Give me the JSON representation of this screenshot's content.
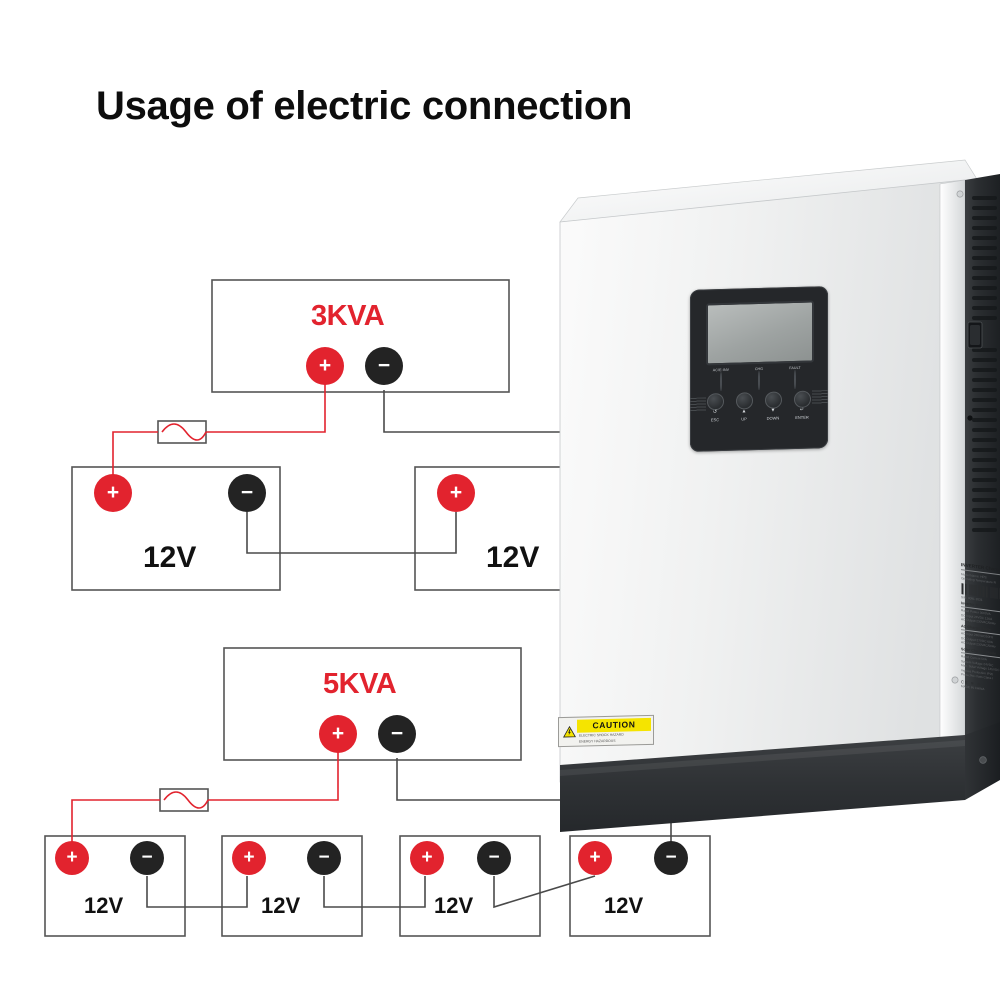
{
  "page": {
    "title": "Usage of electric connection",
    "background": "#ffffff"
  },
  "colors": {
    "positive_terminal": "#e2232e",
    "negative_terminal": "#232323",
    "kva_label": "#e2232e",
    "positive_wire": "#e2232e",
    "negative_wire": "#4a4a4a",
    "box_outline": "#555555",
    "caution_yellow": "#f5e400"
  },
  "diagrams": [
    {
      "id": "diagram-3kva",
      "inverter_label": "3KVA",
      "inverter_terminals": [
        {
          "type": "positive",
          "glyph": "+"
        },
        {
          "type": "negative",
          "glyph": "−"
        }
      ],
      "fuse": {
        "name": "fuse-symbol-3kva"
      },
      "batteries": [
        {
          "label": "12V",
          "pos_glyph": "+",
          "neg_glyph": "−"
        },
        {
          "label": "12V",
          "pos_glyph": "+",
          "neg_glyph": "−"
        }
      ]
    },
    {
      "id": "diagram-5kva",
      "inverter_label": "5KVA",
      "inverter_terminals": [
        {
          "type": "positive",
          "glyph": "+"
        },
        {
          "type": "negative",
          "glyph": "−"
        }
      ],
      "fuse": {
        "name": "fuse-symbol-5kva"
      },
      "batteries": [
        {
          "label": "12V",
          "pos_glyph": "+",
          "neg_glyph": "−"
        },
        {
          "label": "12V",
          "pos_glyph": "+",
          "neg_glyph": "−"
        },
        {
          "label": "12V",
          "pos_glyph": "+",
          "neg_glyph": "−"
        },
        {
          "label": "12V",
          "pos_glyph": "+",
          "neg_glyph": "−"
        }
      ]
    }
  ],
  "device": {
    "name": "solar-inverter-charger",
    "control_panel": {
      "leds": [
        {
          "label": "AC/E-INV",
          "marker": "■"
        },
        {
          "label": "CHG",
          "marker": "●"
        },
        {
          "label": "FAULT",
          "marker": "⚠"
        }
      ],
      "buttons": [
        {
          "label": "ESC",
          "symbol": "↺"
        },
        {
          "label": "UP",
          "symbol": "▲"
        },
        {
          "label": "DOWN",
          "symbol": "▼"
        },
        {
          "label": "ENTER",
          "symbol": "↵"
        }
      ]
    },
    "caution_label": {
      "heading": "CAUTION",
      "line1": "ELECTRIC SHOCK HAZARD",
      "line2": "ENERGY HAZARDOUS"
    },
    "spec_label": {
      "title": "INVERTER Charger",
      "model_line": "Model Name: HPS",
      "temp_line": "Operating Temperature R",
      "serial_line": "S/N: 0081 2031",
      "section_inverter": "Inverter Mode",
      "inverter_lines": [
        "Rated Power 3000VA",
        "DC Input 24VDC 120A",
        "AC Output 230VAC/50Hz"
      ],
      "section_ac_charge": "AC Charge Mode",
      "ac_charge_lines": [
        "AC Input 230VAC/50Hz",
        "DC Output 27VDC 60A",
        "AC Output 230VAC/50Hz"
      ],
      "section_solar": "Solar Charger Mode",
      "solar_lines": [
        "Rated Current 50A",
        "System Voltage 24VDC",
        "Max. Solar Voltage 145VDC",
        "Ingress Protection IP20",
        "Protective class Class I"
      ],
      "marks": "CE  ⊗  ⊗",
      "origin": "MADE IN CHINA"
    }
  }
}
